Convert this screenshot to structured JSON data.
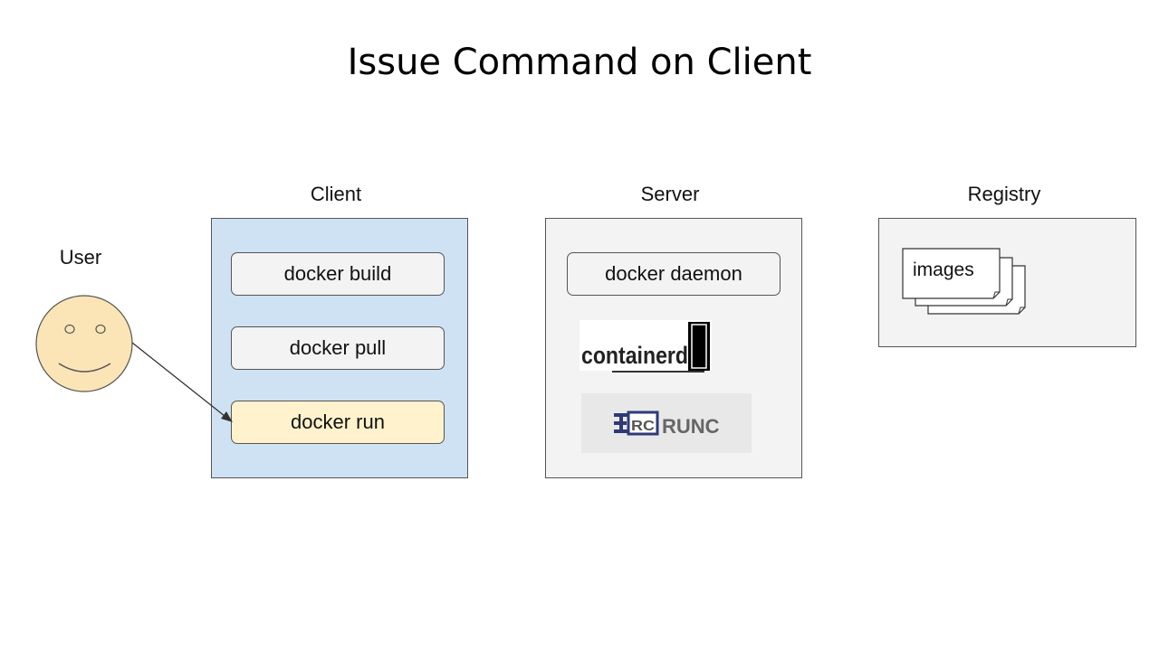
{
  "title": "Issue Command on Client",
  "user": {
    "label": "User"
  },
  "client": {
    "label": "Client",
    "commands": [
      "docker build",
      "docker pull",
      "docker run"
    ]
  },
  "server": {
    "label": "Server",
    "daemon": "docker daemon",
    "logo_containerd": "containerd",
    "logo_runc_mark": "RC",
    "logo_runc_text": "RUNC"
  },
  "registry": {
    "label": "Registry",
    "images_label": "images"
  },
  "colors": {
    "client_fill": "#cfe2f3",
    "panel_fill": "#f3f3f3",
    "active_command_fill": "#fff2cc",
    "face_fill": "#fbe5b6",
    "runc_brand": "#2d3a78"
  }
}
